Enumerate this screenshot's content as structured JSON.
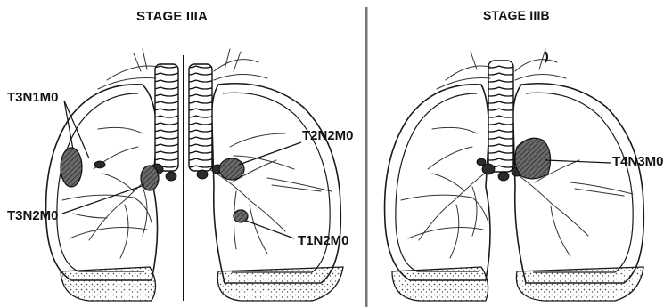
{
  "panels": {
    "stage_3a": {
      "title": "STAGE IIIA",
      "labels": {
        "t3n1m0": "T3N1M0",
        "t3n2m0": "T3N2M0",
        "t2n2m0": "T2N2M0",
        "t1n2m0": "T1N2M0"
      }
    },
    "stage_3b": {
      "title": "STAGE IIIB",
      "labels": {
        "t4n3m0": "T4N3M0"
      }
    }
  }
}
